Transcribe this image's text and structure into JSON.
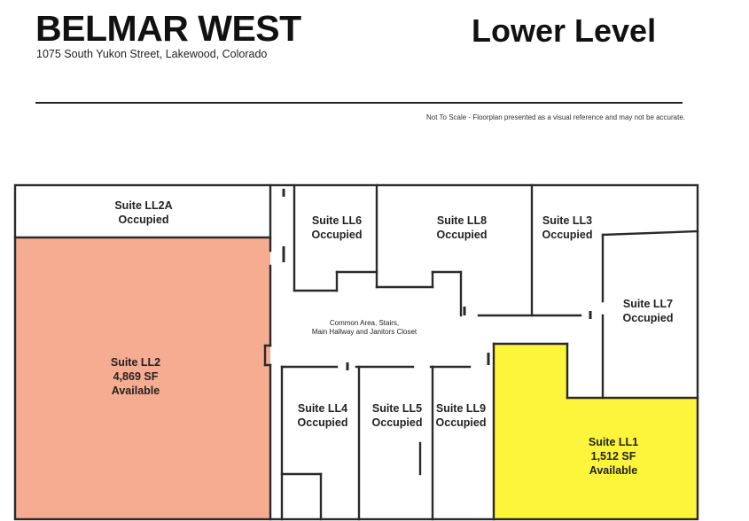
{
  "header": {
    "title": "BELMAR WEST",
    "address": "1075 South Yukon Street, Lakewood, Colorado",
    "level": "Lower Level",
    "disclaimer": "Not To Scale - Floorplan presented as a visual reference and may not be accurate."
  },
  "colors": {
    "available_ll2": "#f6ac90",
    "available_ll1": "#fcf53c",
    "walls": "#2a2a2a"
  },
  "suites": [
    {
      "id": "ll2a",
      "name": "Suite LL2A",
      "status": "Occupied"
    },
    {
      "id": "ll6",
      "name": "Suite LL6",
      "status": "Occupied"
    },
    {
      "id": "ll8",
      "name": "Suite LL8",
      "status": "Occupied"
    },
    {
      "id": "ll3",
      "name": "Suite LL3",
      "status": "Occupied"
    },
    {
      "id": "ll7",
      "name": "Suite LL7",
      "status": "Occupied"
    },
    {
      "id": "ll2",
      "name": "Suite LL2",
      "size": "4,869 SF",
      "status": "Available"
    },
    {
      "id": "ll4",
      "name": "Suite LL4",
      "status": "Occupied"
    },
    {
      "id": "ll5",
      "name": "Suite LL5",
      "status": "Occupied"
    },
    {
      "id": "ll9",
      "name": "Suite LL9",
      "status": "Occupied"
    },
    {
      "id": "ll1",
      "name": "Suite LL1",
      "size": "1,512 SF",
      "status": "Available"
    }
  ],
  "common_area": {
    "line1": "Common Area, Stairs,",
    "line2": "Main Hallway and Janitors Closet"
  }
}
